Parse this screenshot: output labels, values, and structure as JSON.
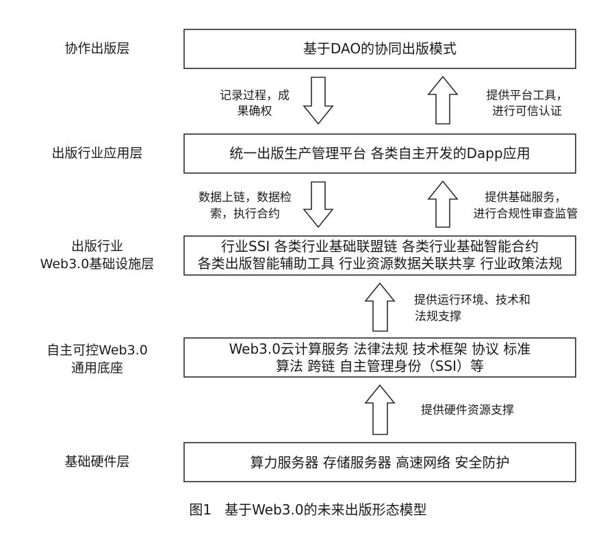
{
  "layers": [
    {
      "label": [
        "协作出版层"
      ],
      "box": [
        "基于DAO的协同出版模式"
      ]
    },
    {
      "label": [
        "出版行业应用层"
      ],
      "box": [
        "统一出版生产管理平台 各类自主开发的Dapp应用"
      ]
    },
    {
      "label": [
        "出版行业",
        "Web3.0基础设施层"
      ],
      "box": [
        "行业SSI 各类行业基础联盟链 各类行业基础智能合约",
        "各类出版智能辅助工具 行业资源数据关联共享 行业政策法规"
      ]
    },
    {
      "label": [
        "自主可控Web3.0",
        "通用底座"
      ],
      "box": [
        "Web3.0云计算服务 法律法规 技术框架 协议 标准",
        "算法 跨链 自主管理身份（SSI）等"
      ]
    },
    {
      "label": [
        "基础硬件层"
      ],
      "box": [
        "算力服务器 存储服务器 高速网络 安全防护"
      ]
    }
  ],
  "arrows": {
    "down_1": [
      "记录过程，成",
      "果确权"
    ],
    "up_1": [
      "提供平台工具，",
      "进行可信认证"
    ],
    "down_2": [
      "数据上链，数据检",
      "索，执行合约"
    ],
    "up_2": [
      "提供基础服务，",
      "进行合规性审查监管"
    ],
    "up_3": [
      "提供运行环境、技术和",
      "法规支撑"
    ],
    "up_4": [
      "提供硬件资源支撑"
    ]
  },
  "caption": "图1   基于Web3.0的未来出版形态模型"
}
